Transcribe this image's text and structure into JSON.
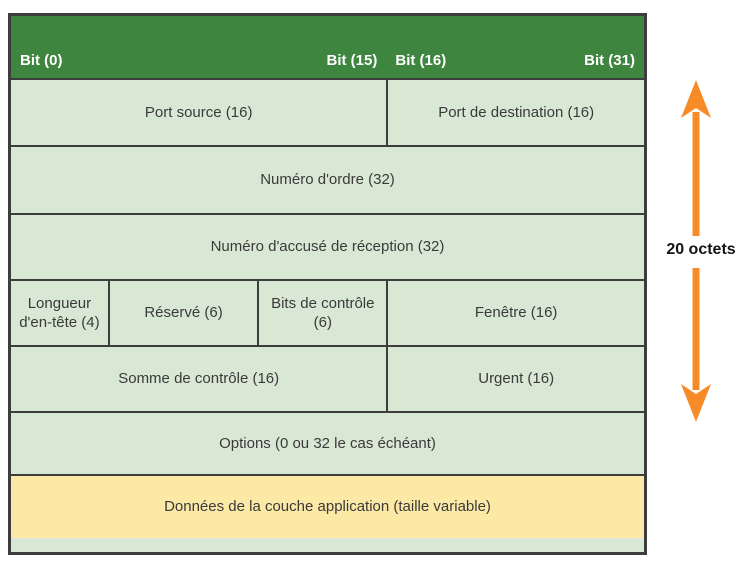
{
  "header_bar": {
    "bit0": "Bit (0)",
    "bit15": "Bit (15)",
    "bit16": "Bit (16)",
    "bit31": "Bit (31)"
  },
  "fields": {
    "port_source": "Port source (16)",
    "port_destination": "Port de destination (16)",
    "numero_ordre": "Numéro d'ordre (32)",
    "numero_accuse_reception": "Numéro d'accusé de réception (32)",
    "longueur_en_tete": "Longueur d'en-tête (4)",
    "reserve": "Réservé (6)",
    "bits_de_controle": "Bits de contrôle (6)",
    "fenetre": "Fenêtre (16)",
    "somme_de_controle": "Somme de contrôle (16)",
    "urgent": "Urgent (16)",
    "options": "Options (0 ou 32 le cas échéant)",
    "donnees_application": "Données de la couche application (taille variable)"
  },
  "annotation": {
    "size_label": "20 octets"
  },
  "colors": {
    "header_green": "#3e8540",
    "cell_green": "#d9e8d5",
    "data_yellow": "#fce9a6",
    "arrow_orange": "#f68b28",
    "border_dark": "#3d3d3d"
  }
}
